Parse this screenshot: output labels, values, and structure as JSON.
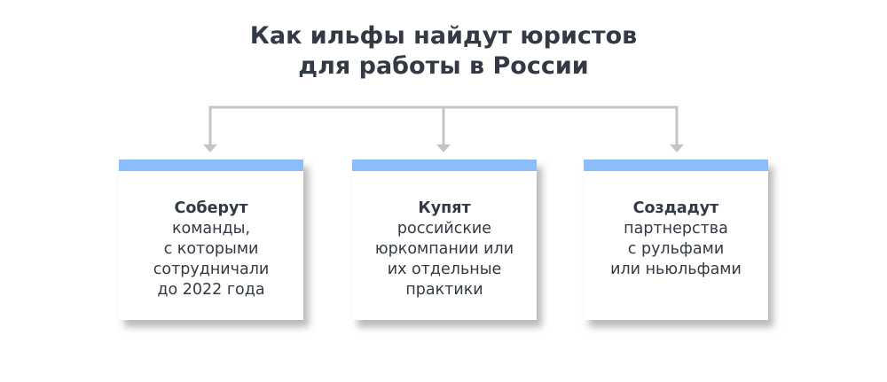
{
  "title": {
    "line1": "Как ильфы найдут юристов",
    "line2": "для работы в России"
  },
  "colors": {
    "bar": "#8bbcfb",
    "connector": "#c4c4c4",
    "text": "#333a45"
  },
  "boxes": [
    {
      "heading": "Соберут",
      "lines": [
        "команды,",
        "с которыми",
        "сотрудничали",
        "до 2022 года"
      ]
    },
    {
      "heading": "Купят",
      "lines": [
        "российские",
        "юркомпании или",
        "их отдельные",
        "практики"
      ]
    },
    {
      "heading": "Создадут",
      "lines": [
        "партнерства",
        "с рульфами",
        "или ньюльфами"
      ]
    }
  ]
}
